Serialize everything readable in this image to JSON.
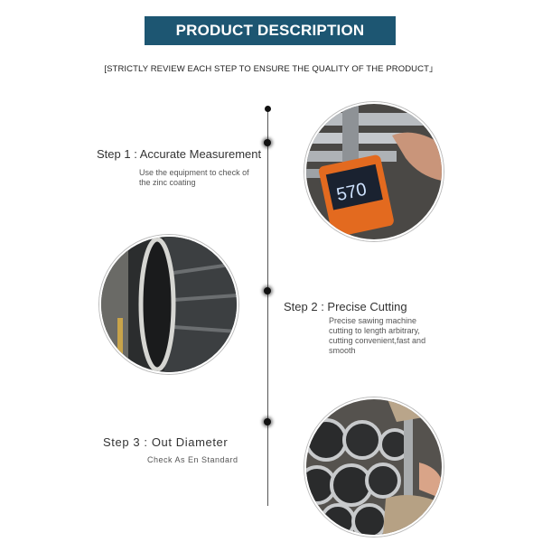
{
  "header": {
    "title": "PRODUCT DESCRIPTION",
    "bg_color": "#1d5672"
  },
  "subtitle": "[STRICTLY REVIEW EACH STEP TO ENSURE THE QUALITY OF THE PRODUCT」",
  "steps": [
    {
      "title": "Step 1 : Accurate Measurement",
      "description": "Use the equipment to check of the zinc coating",
      "image": "zinc-coating-thickness-gauge-photo",
      "gauge_reading": "570"
    },
    {
      "title": "Step 2 : Precise Cutting",
      "description": "Precise sawing machine cutting to length arbitrary, cutting convenient,fast and smooth",
      "image": "cut-steel-pipe-end-photo"
    },
    {
      "title": "Step 3 : Out Diameter",
      "description": "Check As En Standard",
      "image": "pipe-diameter-caliper-photo"
    }
  ]
}
